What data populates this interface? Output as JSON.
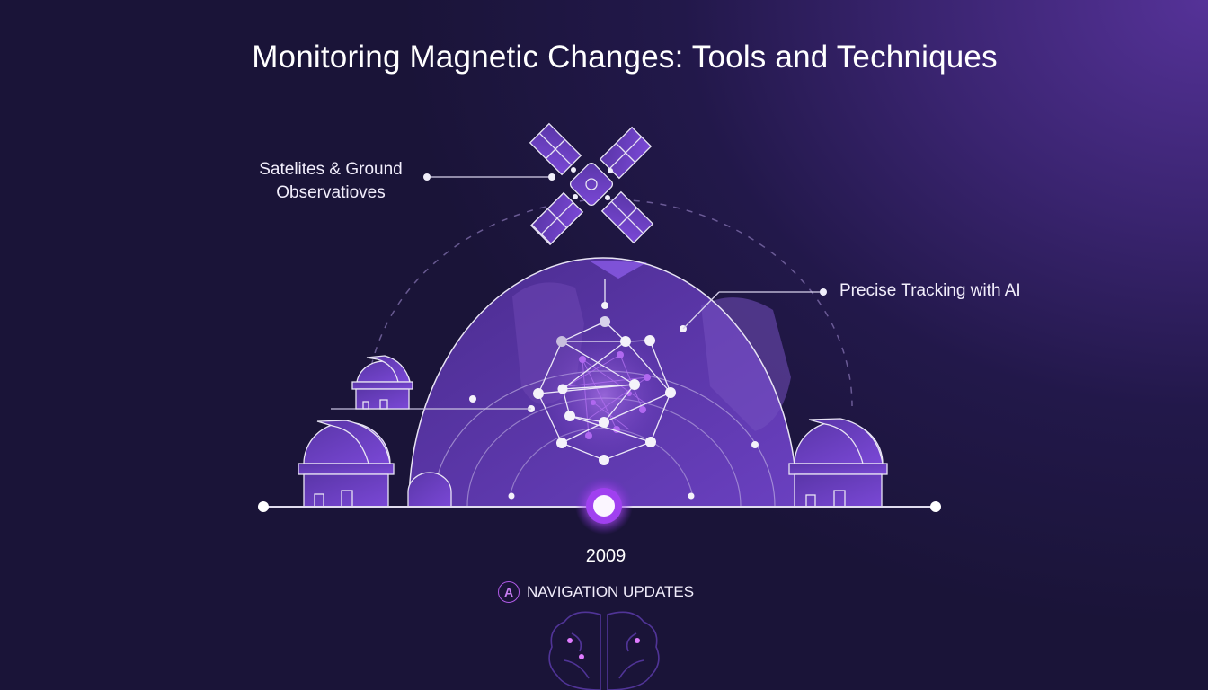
{
  "title": "Monitoring Magnetic Changes: Tools and Techniques",
  "labels": {
    "satellites": "Satelites & Ground Observatioves",
    "satellites_line1": "Satelites & Ground",
    "satellites_line2": "Observatioves",
    "ai_tracking": "Precise Tracking with AI"
  },
  "timeline": {
    "year": "2009",
    "event": "NAVIGATION UPDATES",
    "event_icon": "navigation-a-icon",
    "event_icon_glyph": "A"
  },
  "icons": [
    "satellite-icon",
    "globe-icon",
    "network-graph-icon",
    "observatory-icon",
    "brain-icon",
    "timeline-marker-icon"
  ],
  "colors": {
    "background_dark": "#1a1438",
    "background_accent": "#553298",
    "illustration_purple": "#6a3fc0",
    "highlight_magenta": "#b05ae6",
    "line_white": "#e8e4f4"
  }
}
